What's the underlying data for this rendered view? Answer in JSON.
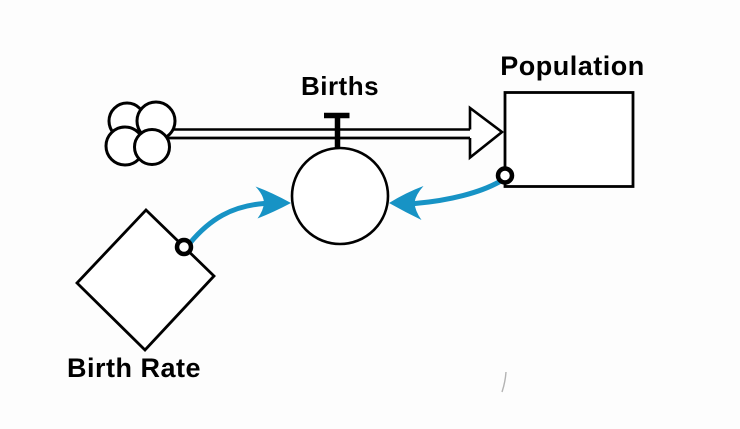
{
  "app": {
    "type": "stock-and-flow-diagram",
    "background": "#fdfdfd"
  },
  "diagram": {
    "labels": {
      "flow": "Births",
      "stock": "Population",
      "auxiliary": "Birth Rate"
    },
    "colors": {
      "outline": "#000000",
      "connector": "#1793c5",
      "fill": "#ffffff",
      "stray_mark": "#777777"
    },
    "elements": [
      {
        "name": "source-cloud",
        "type": "cloud-source"
      },
      {
        "name": "flow-births",
        "type": "flow-with-valve",
        "label": "Births"
      },
      {
        "name": "stock-population",
        "type": "stock",
        "label": "Population"
      },
      {
        "name": "aux-birth-rate",
        "type": "auxiliary-variable",
        "label": "Birth Rate"
      },
      {
        "name": "connector-birth-rate-to-births",
        "type": "causal-connector",
        "from": "Birth Rate",
        "to": "Births"
      },
      {
        "name": "connector-population-to-births",
        "type": "causal-connector",
        "from": "Population",
        "to": "Births"
      }
    ]
  }
}
